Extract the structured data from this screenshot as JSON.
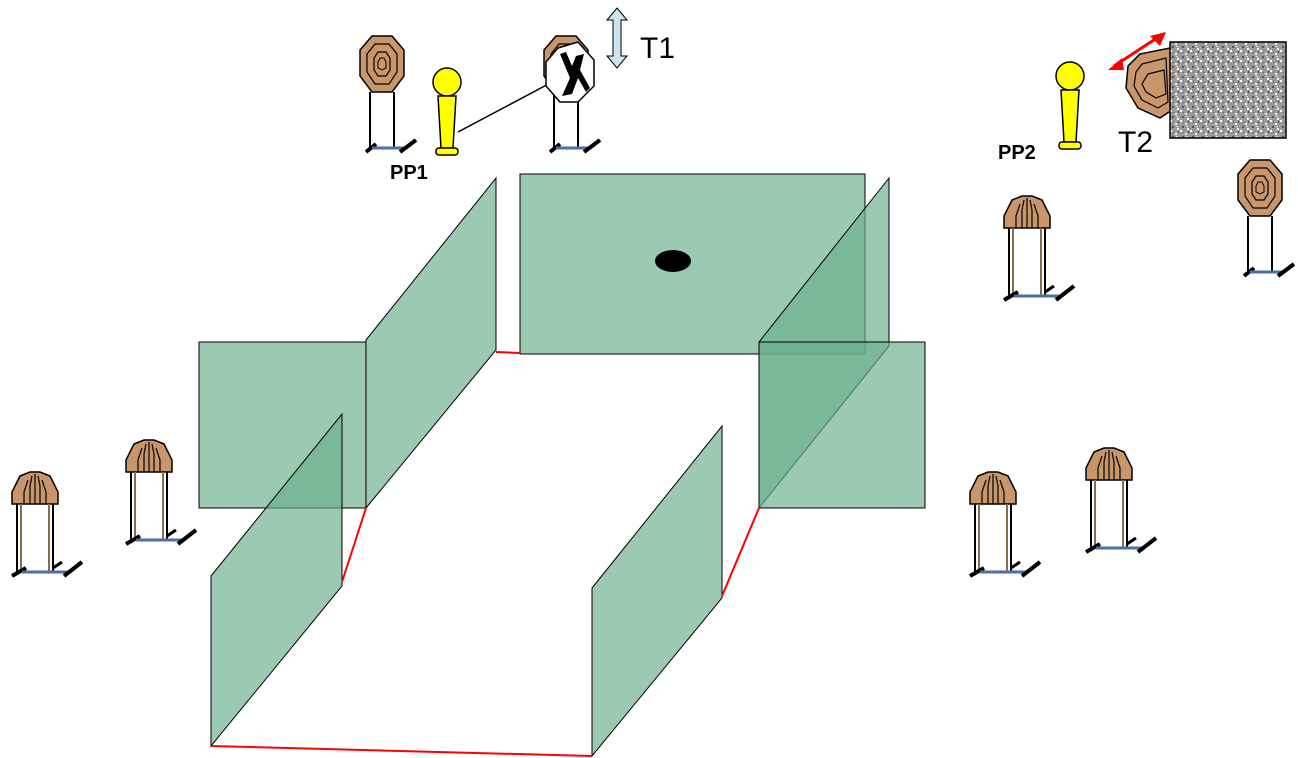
{
  "labels": {
    "t1": "T1",
    "t2": "T2",
    "pp1": "PP1",
    "pp2": "PP2"
  },
  "icons": {
    "paper_target": "paper-target-icon",
    "no_shoot": "no-shoot-target-icon",
    "popper": "popper-icon",
    "arrow_vertical": "vertical-move-arrow-icon",
    "arrow_horizontal": "horizontal-move-arrow-icon",
    "hard_cover": "hard-cover-block"
  },
  "colors": {
    "wall_fill": "#6cb08c",
    "wall_stroke": "#000000",
    "fault_line": "#ff0000",
    "target_fill": "#c8966a",
    "popper_fill": "#ffff00",
    "arrow_v": "#cce6f0",
    "arrow_h": "#ff0000",
    "hard_cover": "#9a9a9a"
  }
}
